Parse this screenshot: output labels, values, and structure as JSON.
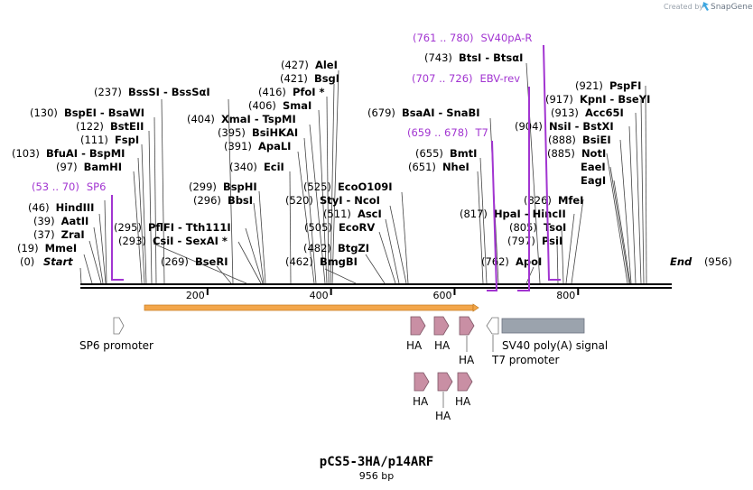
{
  "credit": {
    "prefix": "Created by",
    "brand": "SnapGene"
  },
  "map": {
    "title": "pCS5-3HA/p14ARF",
    "subtitle": "956 bp",
    "start_label": "Start",
    "end_label": "End",
    "end_pos": "(956)",
    "length_bp": 956,
    "ticks": [
      "200",
      "400",
      "600",
      "800"
    ],
    "tick_values": [
      200,
      400,
      600,
      800
    ]
  },
  "sites": [
    {
      "pos": "(0)",
      "name": "Start",
      "site": 0,
      "italic": true
    },
    {
      "pos": "(19)",
      "name": "MmeI",
      "site": 19
    },
    {
      "pos": "(37)",
      "name": "ZraI",
      "site": 37
    },
    {
      "pos": "(39)",
      "name": "AatII",
      "site": 39
    },
    {
      "pos": "(46)",
      "name": "HindIII",
      "site": 46
    },
    {
      "pos": "(97)",
      "name": "BamHI",
      "site": 97
    },
    {
      "pos": "(103)",
      "name": "BfuAI  - BspMI",
      "site": 103
    },
    {
      "pos": "(111)",
      "name": "FspI",
      "site": 111
    },
    {
      "pos": "(122)",
      "name": "BstEII",
      "site": 122
    },
    {
      "pos": "(130)",
      "name": "BspEI  - BsaWI",
      "site": 130
    },
    {
      "pos": "(237)",
      "name": "BssSI  - BssSαI",
      "site": 237
    },
    {
      "pos": "(269)",
      "name": "BseRI",
      "site": 269
    },
    {
      "pos": "(293)",
      "name": "CsiI  - SexAI *",
      "site": 293
    },
    {
      "pos": "(295)",
      "name": "PflFI  - Tth111I",
      "site": 295
    },
    {
      "pos": "(296)",
      "name": "BbsI",
      "site": 296
    },
    {
      "pos": "(299)",
      "name": "BspHI",
      "site": 299
    },
    {
      "pos": "(340)",
      "name": "EciI",
      "site": 340
    },
    {
      "pos": "(391)",
      "name": "ApaLI",
      "site": 391
    },
    {
      "pos": "(395)",
      "name": "BsiHKAI",
      "site": 395
    },
    {
      "pos": "(404)",
      "name": "XmaI  - TspMI",
      "site": 404
    },
    {
      "pos": "(406)",
      "name": "SmaI",
      "site": 406
    },
    {
      "pos": "(416)",
      "name": "PfoI *",
      "site": 416
    },
    {
      "pos": "(421)",
      "name": "BsgI",
      "site": 421
    },
    {
      "pos": "(427)",
      "name": "AleI",
      "site": 427
    },
    {
      "pos": "(462)",
      "name": "BmgBI",
      "site": 462
    },
    {
      "pos": "(482)",
      "name": "BtgZI",
      "site": 482
    },
    {
      "pos": "(505)",
      "name": "EcoRV",
      "site": 505
    },
    {
      "pos": "(511)",
      "name": "AscI",
      "site": 511
    },
    {
      "pos": "(520)",
      "name": "StyI  - NcoI",
      "site": 520
    },
    {
      "pos": "(525)",
      "name": "EcoO109I",
      "site": 525
    },
    {
      "pos": "(651)",
      "name": "NheI",
      "site": 651
    },
    {
      "pos": "(655)",
      "name": "BmtI",
      "site": 655
    },
    {
      "pos": "(679)",
      "name": "BsaAI  - SnaBI",
      "site": 679
    },
    {
      "pos": "(743)",
      "name": "BtsI  - BtsαI",
      "site": 743
    },
    {
      "pos": "(762)",
      "name": "ApoI",
      "site": 762
    },
    {
      "pos": "(797)",
      "name": "PsiI",
      "site": 797
    },
    {
      "pos": "(805)",
      "name": "TsoI",
      "site": 805
    },
    {
      "pos": "(817)",
      "name": "HpaI  - HincII",
      "site": 817
    },
    {
      "pos": "(826)",
      "name": "MfeI",
      "site": 826
    },
    {
      "pos": "(885)",
      "name": "NotI",
      "site": 885
    },
    {
      "pos": "",
      "name": "EaeI",
      "site": 885
    },
    {
      "pos": "",
      "name": "EagI",
      "site": 885
    },
    {
      "pos": "(888)",
      "name": "BsiEI",
      "site": 888
    },
    {
      "pos": "(904)",
      "name": "NsiI  - BstXI",
      "site": 904
    },
    {
      "pos": "(913)",
      "name": "Acc65I",
      "site": 913
    },
    {
      "pos": "(917)",
      "name": "KpnI  - BseYI",
      "site": 917
    },
    {
      "pos": "(921)",
      "name": "PspFI",
      "site": 921
    }
  ],
  "primers": [
    {
      "range": "(53 .. 70)",
      "name": "SP6",
      "start": 53,
      "end": 70
    },
    {
      "range": "(659 .. 678)",
      "name": "T7",
      "start": 659,
      "end": 678
    },
    {
      "range": "(707 .. 726)",
      "name": "EBV-rev",
      "start": 707,
      "end": 726
    },
    {
      "range": "(761 .. 780)",
      "name": "SV40pA-R",
      "start": 761,
      "end": 780
    }
  ],
  "features": [
    {
      "name": "SP6 promoter",
      "kind": "promoter"
    },
    {
      "name": "HA",
      "kind": "tag"
    },
    {
      "name": "HA",
      "kind": "tag"
    },
    {
      "name": "HA",
      "kind": "tag"
    },
    {
      "name": "HA",
      "kind": "tag"
    },
    {
      "name": "HA",
      "kind": "tag"
    },
    {
      "name": "HA",
      "kind": "tag"
    },
    {
      "name": "T7 promoter",
      "kind": "promoter"
    },
    {
      "name": "SV40 poly(A) signal",
      "kind": "polyA"
    }
  ],
  "colors": {
    "primer": "#a235d1",
    "orf": "#f3a64a",
    "tag": "#c98fa4",
    "polyA": "#9ba3ad",
    "backbone": "#000000"
  }
}
